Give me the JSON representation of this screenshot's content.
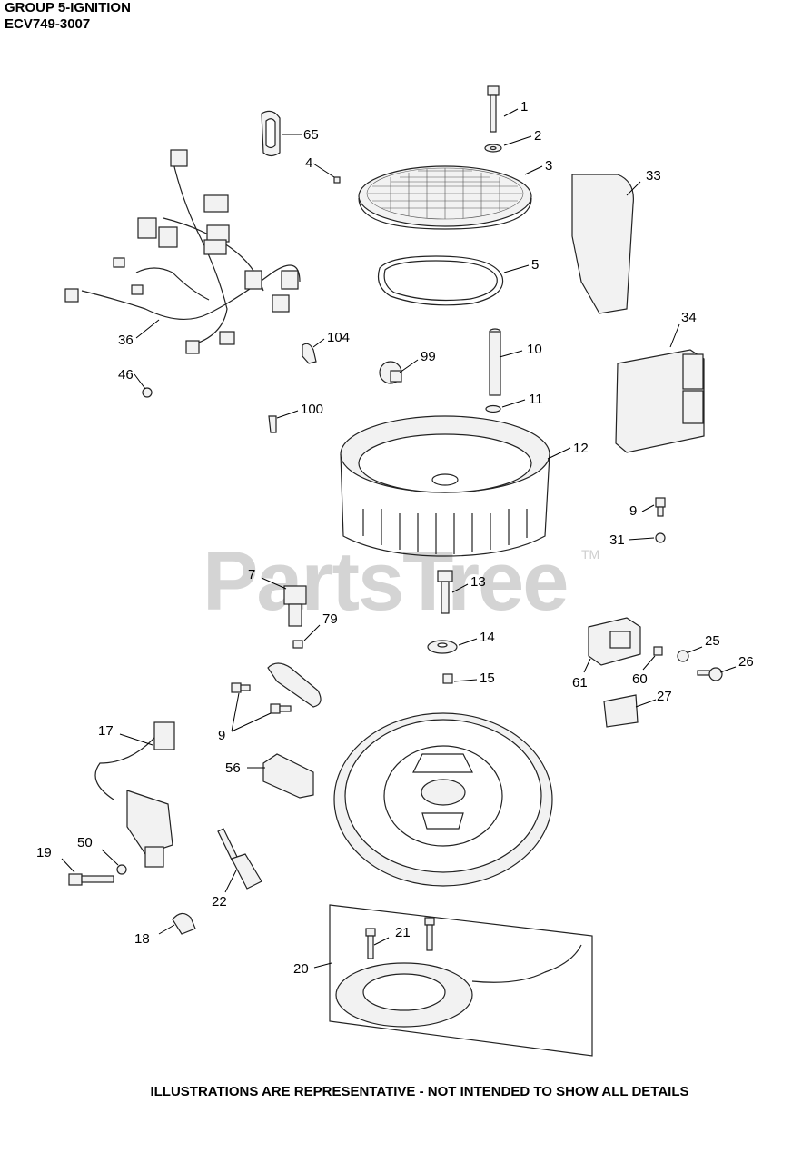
{
  "header": {
    "group": "GROUP 5-IGNITION",
    "model": "ECV749-3007"
  },
  "watermark": {
    "text": "PartsTree",
    "tm": "TM"
  },
  "footer": {
    "note": "ILLUSTRATIONS ARE REPRESENTATIVE - NOT INTENDED TO SHOW ALL DETAILS"
  },
  "callouts": {
    "c1": "1",
    "c2": "2",
    "c3": "3",
    "c4": "4",
    "c5": "5",
    "c7": "7",
    "c9a": "9",
    "c9b": "9",
    "c10": "10",
    "c11": "11",
    "c12": "12",
    "c13": "13",
    "c14": "14",
    "c15": "15",
    "c17": "17",
    "c18": "18",
    "c19": "19",
    "c20": "20",
    "c21": "21",
    "c22": "22",
    "c25": "25",
    "c26": "26",
    "c27": "27",
    "c31": "31",
    "c33": "33",
    "c34": "34",
    "c36": "36",
    "c46": "46",
    "c50": "50",
    "c56": "56",
    "c60": "60",
    "c61": "61",
    "c65": "65",
    "c79": "79",
    "c99": "99",
    "c100": "100",
    "c104": "104"
  }
}
